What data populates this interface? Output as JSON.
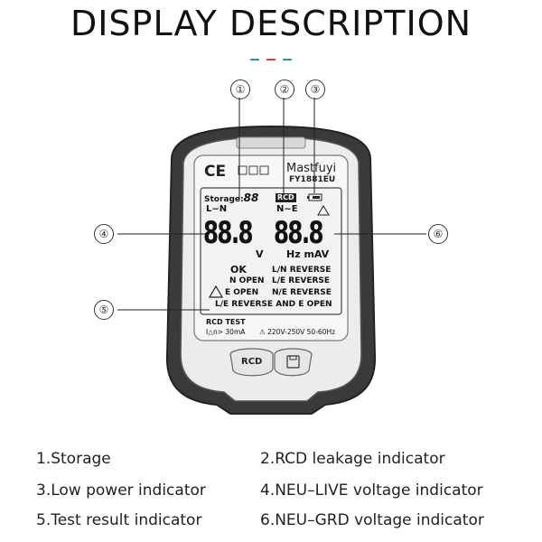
{
  "header": {
    "title": "DISPLAY DESCRIPTION",
    "dash_colors": [
      "#2a9d8f",
      "#e63946",
      "#2a9d8f"
    ]
  },
  "callouts": [
    "①",
    "②",
    "③",
    "④",
    "⑤",
    "⑥"
  ],
  "device": {
    "ce_mark": "CE",
    "brand": "Mastfuyi",
    "model": "FY1881EU",
    "storage_label": "Storage:",
    "storage_digits": "88",
    "rcd_badge": "RCD",
    "ln_label": "L~N",
    "ne_label": "N~E",
    "digits_left": "88.8",
    "digits_right": "88.8",
    "unit_v": "V",
    "unit_hz_mav": "Hz mAV",
    "status_ok": "OK",
    "status_lines_left": [
      "N OPEN",
      "E OPEN"
    ],
    "status_lines_right": [
      "L/N REVERSE",
      "L/E REVERSE",
      "N/E REVERSE"
    ],
    "status_last": "L/E REVERSE AND E OPEN",
    "rcd_test": "RCD TEST",
    "rcd_current": "I△n> 30mA",
    "voltage_range": "⚠ 220V-250V  50-60Hz",
    "button_rcd": "RCD"
  },
  "legend": [
    "1.Storage",
    "2.RCD leakage indicator",
    "3.Low power indicator",
    "4.NEU–LIVE voltage indicator",
    "5.Test result indicator",
    "6.NEU–GRD voltage indicator"
  ]
}
